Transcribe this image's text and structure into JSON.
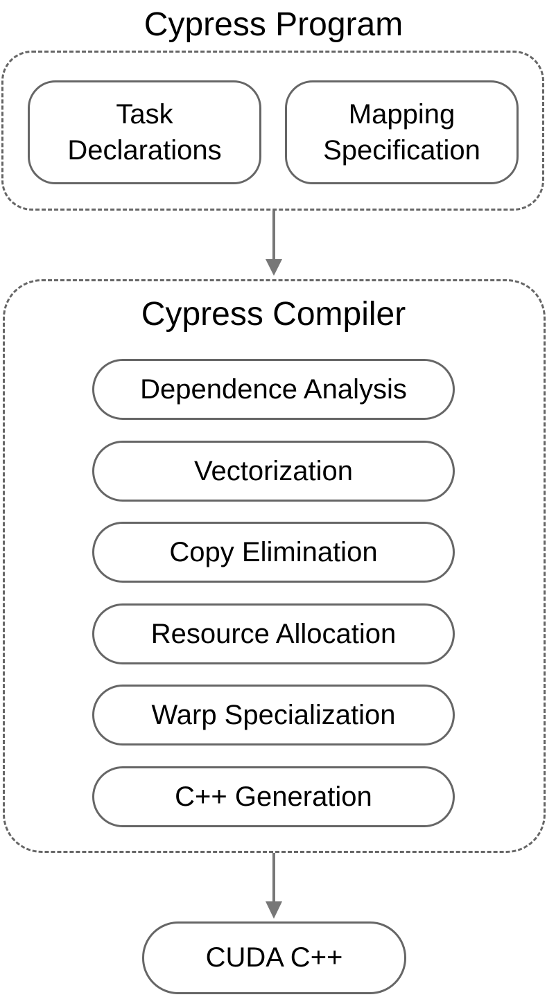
{
  "program": {
    "title": "Cypress Program",
    "boxes": [
      {
        "lines": [
          "Task",
          "Declarations"
        ]
      },
      {
        "lines": [
          "Mapping",
          "Specification"
        ]
      }
    ]
  },
  "compiler": {
    "title": "Cypress Compiler",
    "passes": [
      "Dependence Analysis",
      "Vectorization",
      "Copy Elimination",
      "Resource Allocation",
      "Warp Specialization",
      "C++ Generation"
    ]
  },
  "output": {
    "label": "CUDA C++"
  },
  "colors": {
    "stroke": "#666666",
    "arrow": "#777777",
    "text": "#000000"
  }
}
